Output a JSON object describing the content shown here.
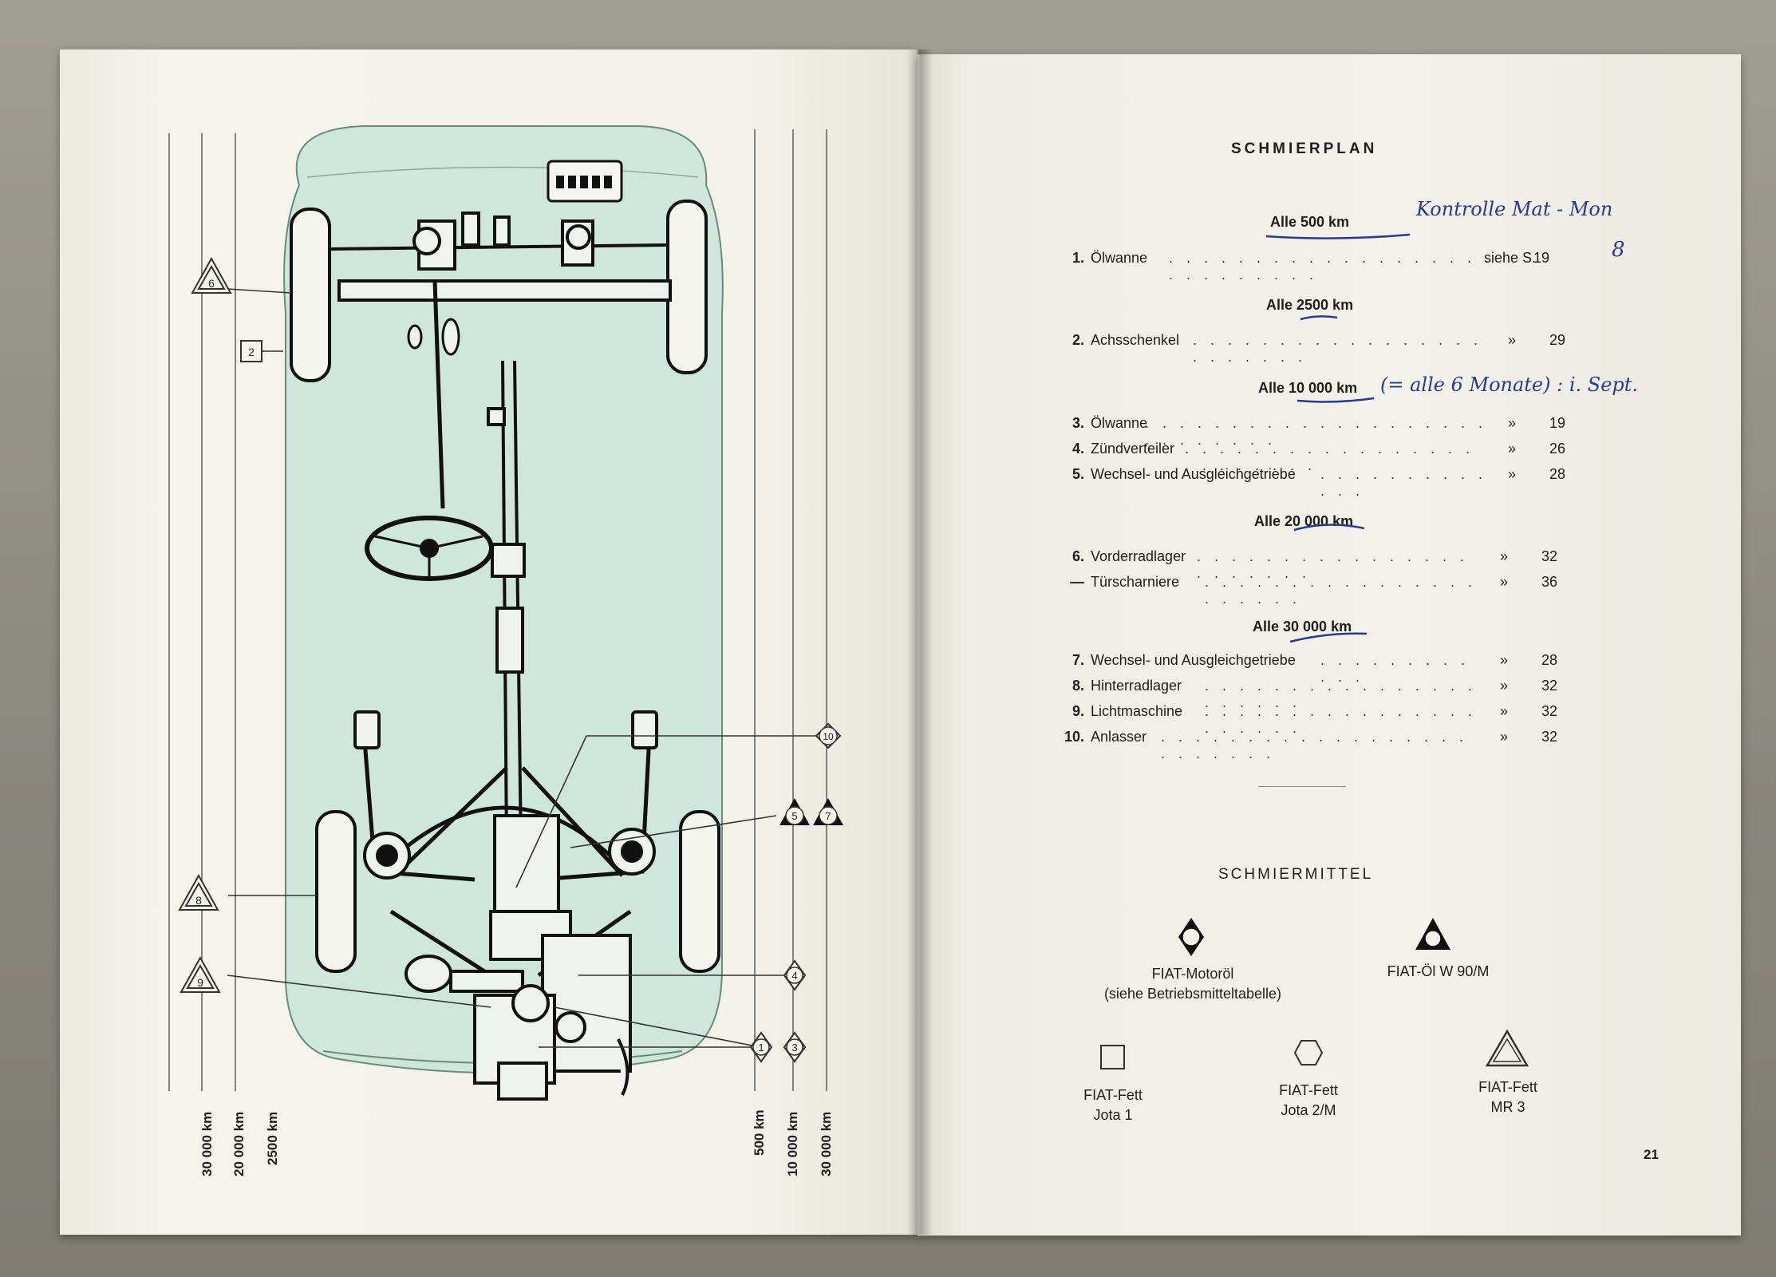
{
  "left_page": {
    "axis_labels_left": [
      "30 000 km",
      "20 000 km",
      "2500 km"
    ],
    "axis_labels_right": [
      "500 km",
      "10 000 km",
      "30 000 km"
    ],
    "callouts": {
      "c1": "1",
      "c2": "2",
      "c3": "3",
      "c4": "4",
      "c5": "5",
      "c6": "6",
      "c7": "7",
      "c8": "8",
      "c9": "9",
      "c10": "10"
    }
  },
  "right_page": {
    "title": "SCHMIERPLAN",
    "groups": [
      {
        "interval": "Alle 500 km",
        "handwritten": "Kontrolle Mat - Mon",
        "items": [
          {
            "num": "1.",
            "name": "Ölwanne",
            "ref": "siehe S.",
            "page": "19"
          }
        ]
      },
      {
        "interval": "Alle 2500 km",
        "items": [
          {
            "num": "2.",
            "name": "Achsschenkel",
            "ref": "»",
            "page": "29"
          }
        ]
      },
      {
        "interval": "Alle 10 000 km",
        "handwritten": "(= alle 6 Monate) : i. Sept.",
        "items": [
          {
            "num": "3.",
            "name": "Ölwanne",
            "ref": "»",
            "page": "19"
          },
          {
            "num": "4.",
            "name": "Zündverteiler",
            "ref": "»",
            "page": "26"
          },
          {
            "num": "5.",
            "name": "Wechsel- und Ausgleichgetriebe",
            "ref": "»",
            "page": "28"
          }
        ]
      },
      {
        "interval": "Alle 20 000 km",
        "items": [
          {
            "num": "6.",
            "name": "Vorderradlager",
            "ref": "»",
            "page": "32"
          },
          {
            "num": "—",
            "name": "Türscharniere",
            "ref": "»",
            "page": "36"
          }
        ]
      },
      {
        "interval": "Alle 30 000 km",
        "items": [
          {
            "num": "7.",
            "name": "Wechsel- und Ausgleichgetriebe",
            "ref": "»",
            "page": "28"
          },
          {
            "num": "8.",
            "name": "Hinterradlager",
            "ref": "»",
            "page": "32"
          },
          {
            "num": "9.",
            "name": "Lichtmaschine",
            "ref": "»",
            "page": "32"
          },
          {
            "num": "10.",
            "name": "Anlasser",
            "ref": "»",
            "page": "32"
          }
        ]
      }
    ],
    "margin_mark": "8",
    "lubricants_title": "SCHMIERMITTEL",
    "lubricants": {
      "motoroel": {
        "line1": "FIAT-Motoröl",
        "line2": "(siehe Betriebsmitteltabelle)",
        "icon": "diamond-circle-icon"
      },
      "getriebeoel": {
        "line1": "FIAT-Öl W 90/M",
        "icon": "triangle-circle-icon"
      },
      "jota1": {
        "line1": "FIAT-Fett",
        "line2": "Jota 1",
        "icon": "square-icon"
      },
      "jota2m": {
        "line1": "FIAT-Fett",
        "line2": "Jota 2/M",
        "icon": "hexagon-icon"
      },
      "mr3": {
        "line1": "FIAT-Fett",
        "line2": "MR 3",
        "icon": "triangle-icon"
      }
    },
    "page_number": "21"
  },
  "colors": {
    "car_body": "#cfe6dc",
    "ink": "#1e1e1e",
    "pen": "#2b3b8c"
  }
}
